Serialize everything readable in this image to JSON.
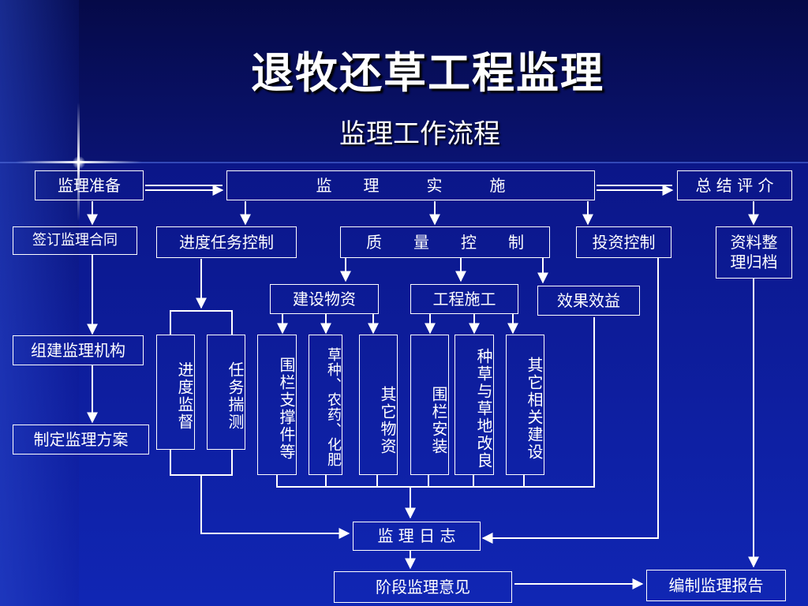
{
  "title": "退牧还草工程监理",
  "subtitle": "监理工作流程",
  "colors": {
    "background": "#0d1a98",
    "line": "#ffffff",
    "text": "#ffffff"
  },
  "nodes": {
    "prep": "监理准备",
    "implement": "监　　理　　　实　　　施",
    "summary": "总 结 评 介",
    "contract": "签订监理合同",
    "progress": "进度任务控制",
    "quality": "质　　量　　控　　制",
    "investment": "投资控制",
    "archive": "资料整\n理归档",
    "materials": "建设物资",
    "construction": "工程施工",
    "effect": "效果效益",
    "org": "组建监理机构",
    "plan": "制定监理方案",
    "progress_supervise": "进度监督",
    "task_measure": "任务揣测",
    "fence_parts": "围栏支撑件等",
    "grass_seed": "草种、农药、化肥",
    "other_materials": "其它物资",
    "fence_install": "围栏安装",
    "grass_improve": "种草与草地改良",
    "other_build": "其它相关建设",
    "log": "监 理 日 志",
    "stage_opinion": "阶段监理意见",
    "report": "编制监理报告"
  }
}
